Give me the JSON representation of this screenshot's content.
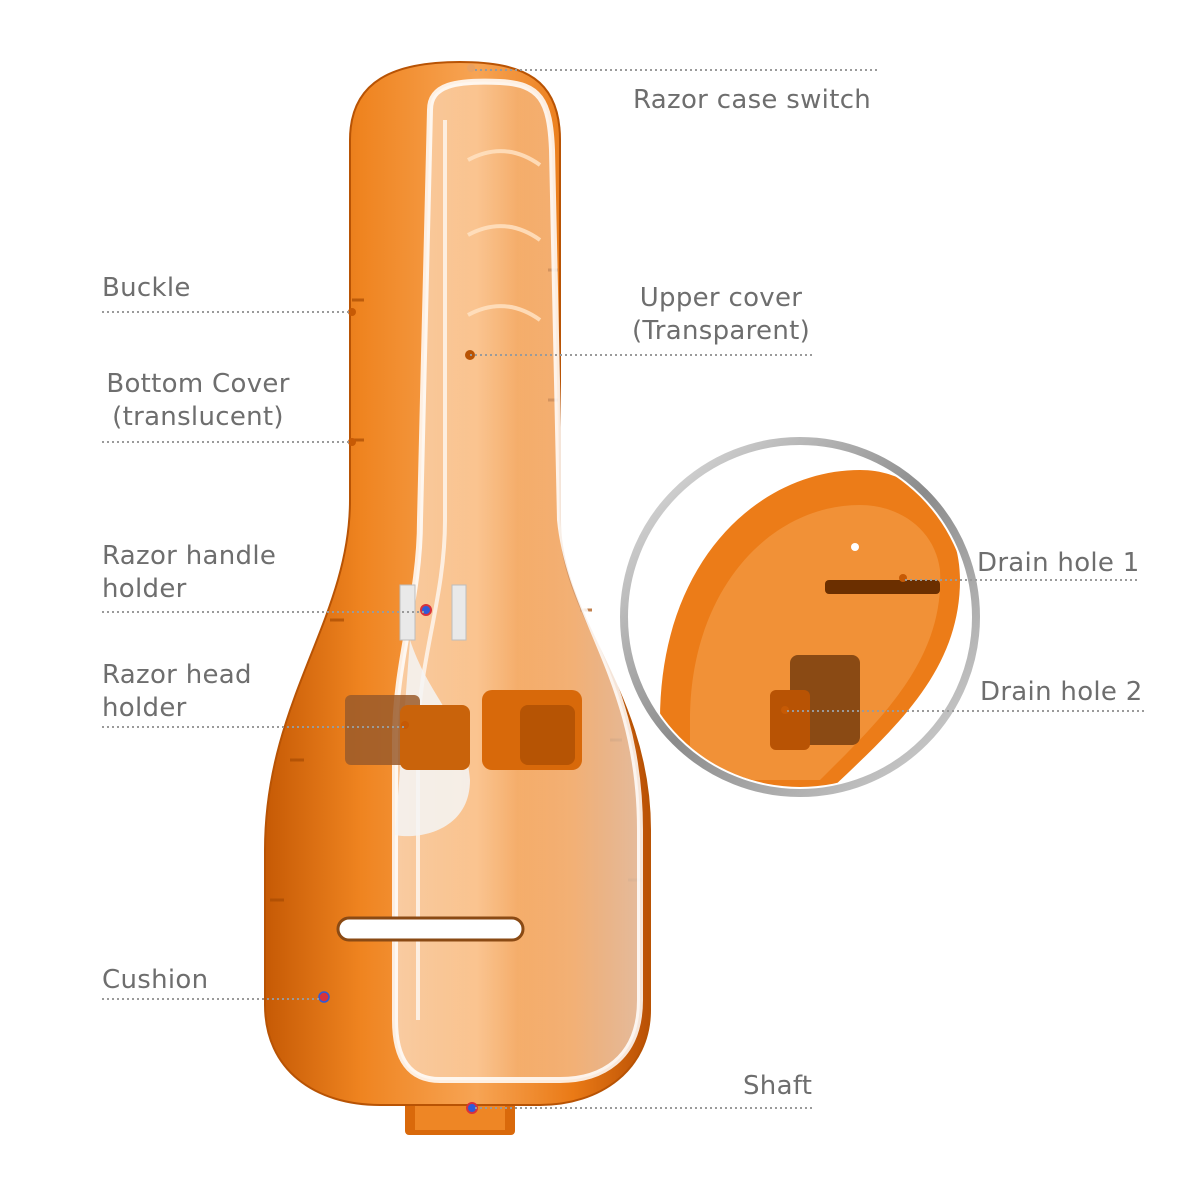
{
  "labels": {
    "razor_case_switch": "Razor case switch",
    "buckle": "Buckle",
    "upper_cover_l1": "Upper cover",
    "upper_cover_l2": "(Transparent)",
    "bottom_cover_l1": "Bottom Cover",
    "bottom_cover_l2": "(translucent)",
    "razor_handle_holder_l1": "Razor handle",
    "razor_handle_holder_l2": "holder",
    "razor_head_holder_l1": "Razor head",
    "razor_head_holder_l2": "holder",
    "drain_hole_1": "Drain hole 1",
    "drain_hole_2": "Drain hole 2",
    "cushion": "Cushion",
    "shaft": "Shaft"
  },
  "colors": {
    "case_orange": "#ea7a16",
    "case_dark": "#c65a05",
    "case_light": "#f6a55a",
    "leader_line": "#9a9a9a",
    "label_text": "#6e6e6e",
    "marker_blue": "#2f5bd8",
    "marker_red": "#d8323c"
  }
}
